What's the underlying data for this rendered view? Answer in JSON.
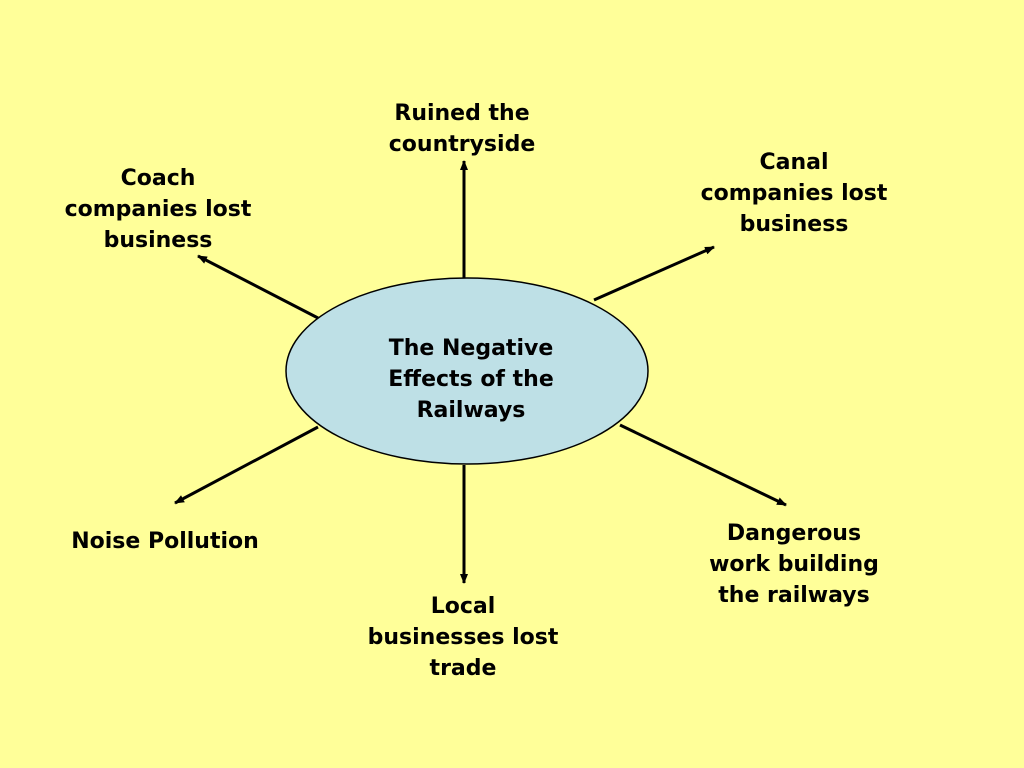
{
  "colors": {
    "background": "#FFFF99",
    "hub_fill": "#BEE0E6",
    "stroke": "#000000",
    "text": "#000000"
  },
  "center": {
    "lines": [
      "The Negative",
      "Effects of the",
      "Railways"
    ]
  },
  "effects": [
    {
      "id": "top",
      "lines": [
        "Ruined the",
        "countryside"
      ]
    },
    {
      "id": "top-left",
      "lines": [
        "Coach",
        "companies lost",
        "business"
      ]
    },
    {
      "id": "top-right",
      "lines": [
        "Canal",
        "companies lost",
        "business"
      ]
    },
    {
      "id": "left",
      "lines": [
        "Noise Pollution"
      ]
    },
    {
      "id": "bottom",
      "lines": [
        "Local",
        "businesses lost",
        "trade"
      ]
    },
    {
      "id": "bottom-right",
      "lines": [
        "Dangerous",
        "work building",
        "the railways"
      ]
    }
  ]
}
